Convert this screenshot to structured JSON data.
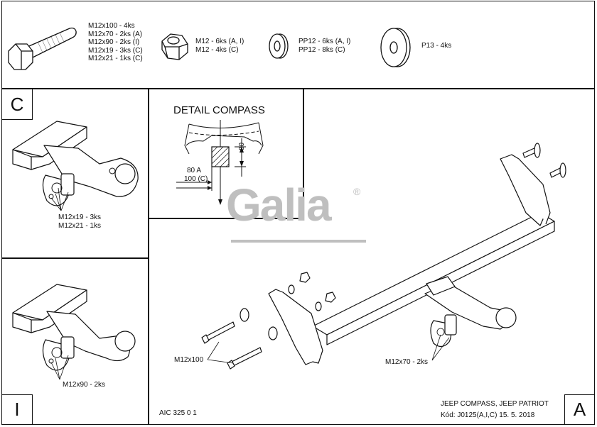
{
  "parts": {
    "bolt_lines": [
      "M12x100 - 4ks",
      "M12x70 - 2ks (A)",
      "M12x90 - 2ks (I)",
      "M12x19 - 3ks (C)",
      "M12x21 - 1ks (C)"
    ],
    "nut_lines": [
      "M12 - 6ks (A, I)",
      "M12 - 4ks (C)"
    ],
    "washer_lines": [
      "PP12 - 6ks (A, I)",
      "PP12 - 8ks (C)"
    ],
    "plate_lines": [
      "P13 - 4ks"
    ]
  },
  "detail": {
    "title": "DETAIL COMPASS",
    "dim_vertical": "80",
    "dim_a": "80 A",
    "dim_c": "100 (C)"
  },
  "panel_c": {
    "letter": "C",
    "label_1": "M12x19 - 3ks",
    "label_2": "M12x21 - 1ks"
  },
  "panel_i": {
    "letter": "I",
    "label": "M12x90 - 2ks"
  },
  "main": {
    "letter": "A",
    "label_left": "M12x100",
    "label_right": "M12x70 - 2ks"
  },
  "watermark": {
    "text": "Galia",
    "mark": "®"
  },
  "footer": {
    "code": "AIC 325 0 1",
    "vehicle": "JEEP COMPASS, JEEP PATRIOT",
    "kod": "Kód: J0125(A,I,C)  15. 5. 2018"
  }
}
